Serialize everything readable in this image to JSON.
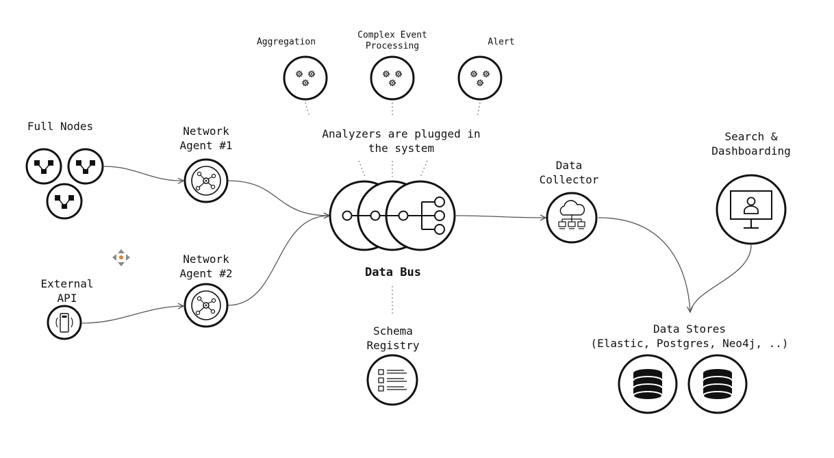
{
  "labels": {
    "aggregation": "Aggregation",
    "complex_event": "Complex Event\nProcessing",
    "alert": "Alert",
    "analyzers_note": "Analyzers are plugged in\nthe system",
    "full_nodes": "Full Nodes",
    "network_agent_1": "Network\nAgent #1",
    "network_agent_2": "Network\nAgent #2",
    "external_api": "External\nAPI",
    "data_bus": "Data Bus",
    "schema_registry": "Schema\nRegistry",
    "data_collector": "Data\nCollector",
    "search_dashboarding": "Search &\nDashboarding",
    "data_stores": "Data Stores\n(Elastic, Postgres, Neo4j, ..)"
  },
  "icons": {
    "analyzer": "gears-icon",
    "full_node": "node-network-icon",
    "network_agent": "network-hub-icon",
    "external_api": "phone-signal-icon",
    "data_bus": "bus-connector-icon",
    "data_collector": "cloud-network-icon",
    "schema_registry": "checklist-icon",
    "search": "monitor-user-icon",
    "data_store": "database-icon",
    "cursor": "move-cursor-icon"
  },
  "colors": {
    "stroke": "#111111",
    "edge": "#555555",
    "cursor_accent": "#e8822a"
  }
}
